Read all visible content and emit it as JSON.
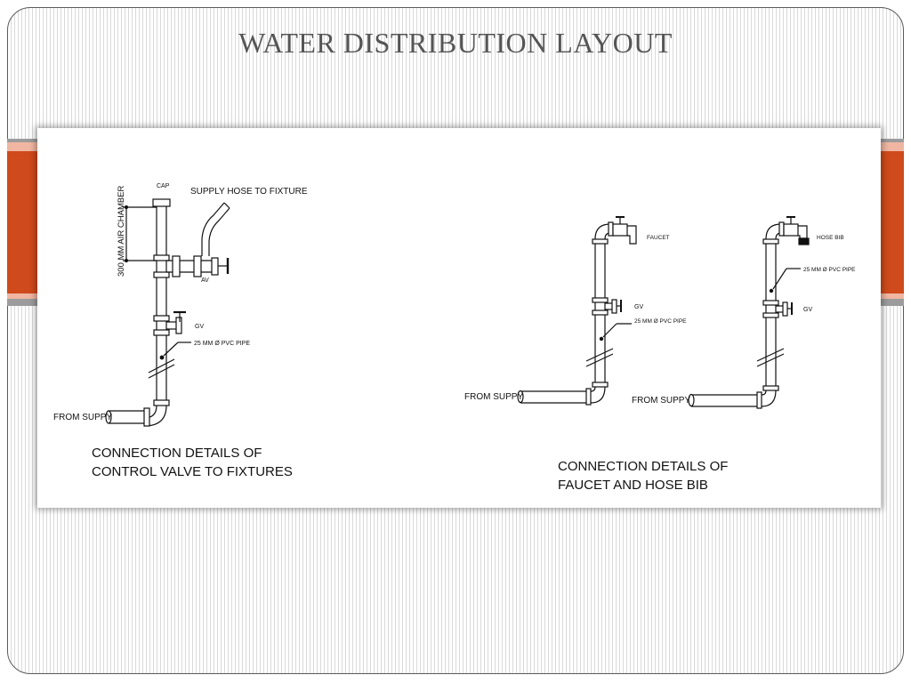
{
  "slide": {
    "title": "WATER DISTRIBUTION LAYOUT"
  },
  "colors": {
    "accent_orange": "#cf4a1c",
    "accent_salmon": "#f0b6a2",
    "band_gray": "#9c9c9c",
    "title_gray": "#555555"
  },
  "drawing": {
    "left_detail": {
      "cap_label": "CAP",
      "supply_hose_label": "SUPPLY HOSE TO FIXTURE",
      "air_chamber_label": "300 MM AIR CHAMBER",
      "av_label": "AV",
      "gv_label": "GV",
      "pipe_label": "25 MM Ø PVC PIPE",
      "from_supply_label": "FROM SUPPY",
      "caption_line1": "CONNECTION DETAILS OF",
      "caption_line2": "CONTROL VALVE TO FIXTURES"
    },
    "faucet_detail": {
      "faucet_label": "FAUCET",
      "gv_label": "GV",
      "pipe_label": "25 MM Ø PVC PIPE",
      "from_supply_label": "FROM SUPPY"
    },
    "hose_bib_detail": {
      "hose_bib_label": "HOSE BIB",
      "pipe_label": "25 MM Ø PVC PIPE",
      "gv_label": "GV",
      "from_supply_label": "FROM SUPPY"
    },
    "right_caption_line1": "CONNECTION DETAILS OF",
    "right_caption_line2": "FAUCET AND HOSE BIB"
  }
}
